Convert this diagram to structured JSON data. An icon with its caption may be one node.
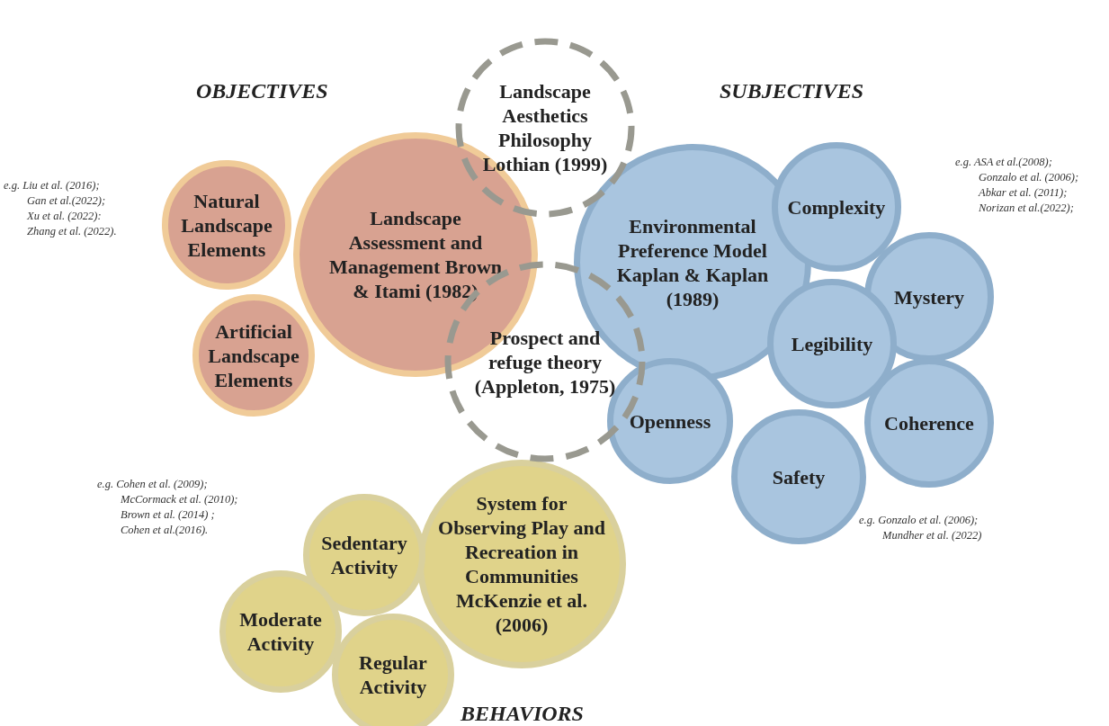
{
  "diagram": {
    "nodes": [
      {
        "text": [
          "Landscape Aesthetics Philosophy Lothian (1999)"
        ]
      },
      {
        "text": [
          "Natural Landscape Elements"
        ]
      },
      {
        "text": [
          "Landscape Assessment and Management Brown & Itami (1982)"
        ]
      },
      {
        "text": [
          "Environmental Preference Model Kaplan & Kaplan (1989)"
        ]
      },
      {
        "text": [
          "Complexity"
        ]
      },
      {
        "text": [
          "Mystery"
        ]
      },
      {
        "text": [
          "Artificial Landscape Elements"
        ]
      },
      {
        "text": [
          "Prospect and refuge theory (Appleton, 1975)"
        ]
      },
      {
        "text": [
          "Legibility"
        ]
      },
      {
        "text": [
          "Openness"
        ]
      },
      {
        "text": [
          "Coherence"
        ]
      },
      {
        "text": [
          "Safety"
        ]
      },
      {
        "text": [
          "Sedentary Activity"
        ]
      },
      {
        "text": [
          "System for Observing Play and Recreation in Communities McKenzie et al. (2006)"
        ]
      },
      {
        "text": [
          "Moderate Activity"
        ]
      },
      {
        "text": [
          "Regular Activity"
        ]
      }
    ],
    "labels": [
      "OBJECTIVES",
      "SUBJECTIVES",
      "e.g. Liu et al. (2016); Gan et al.(2022); Xu et al. (2022): Zhang et al. (2022).",
      "e.g. ASA et al.(2008); Gonzalo et al. (2006); Abkar et al. (2011); Norizan et al.(2022);",
      "e.g. Cohen et al. (2009); McCormack et al. (2010); Brown et al. (2014) ; Cohen et al.(2016).",
      "e.g. Gonzalo et al. (2006); Mundher et al. (2022)",
      "BEHAVIORS"
    ]
  }
}
